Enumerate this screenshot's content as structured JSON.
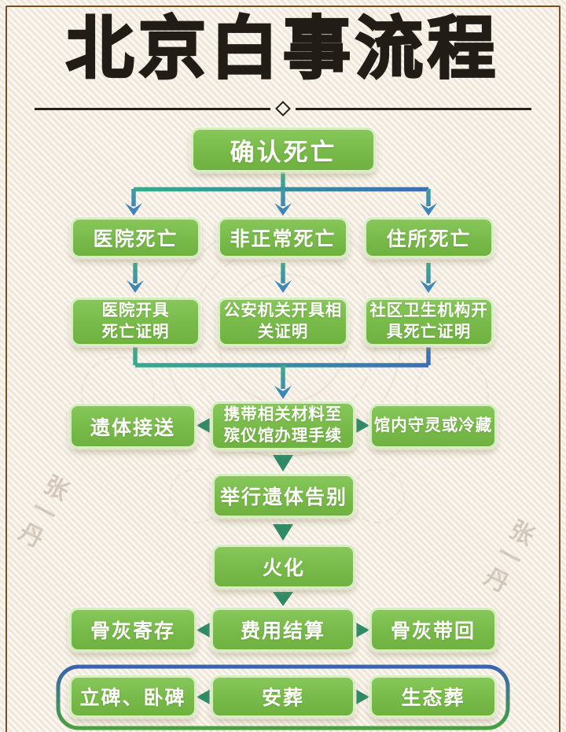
{
  "title": "北京白事流程",
  "watermark_text": "张一丹",
  "colors": {
    "background": "#f7f0e6",
    "frame_brown": "#7b4c1c",
    "title_color": "#221c17",
    "box_green": "#78ba49",
    "box_border_light_green": "#d7eec0",
    "connector_teal": "#35ab8e",
    "connector_blue": "#3c6eb4",
    "triangle_dark_teal": "#2e8a66",
    "container_border_top_blue": "#3a63b0",
    "container_border_bottom_green": "#47a33f"
  },
  "flow": {
    "confirm": "确认死亡",
    "hospital_death": "医院死亡",
    "abnormal_death": "非正常死亡",
    "home_death": "住所死亡",
    "hospital_cert": "医院开具\n死亡证明",
    "police_cert": "公安机关开具相\n关证明",
    "community_cert": "社区卫生机构开\n具死亡证明",
    "body_transport": "遗体接送",
    "funeral_home": "携带相关材料至\n殡仪馆办理手续",
    "vigil_storage": "馆内守灵或冷藏",
    "farewell": "举行遗体告别",
    "cremation": "火化",
    "ash_storage": "骨灰寄存",
    "fee_settlement": "费用结算",
    "ash_takeback": "骨灰带回",
    "tombstone": "立碑、卧碑",
    "burial": "安葬",
    "eco_burial": "生态葬"
  }
}
